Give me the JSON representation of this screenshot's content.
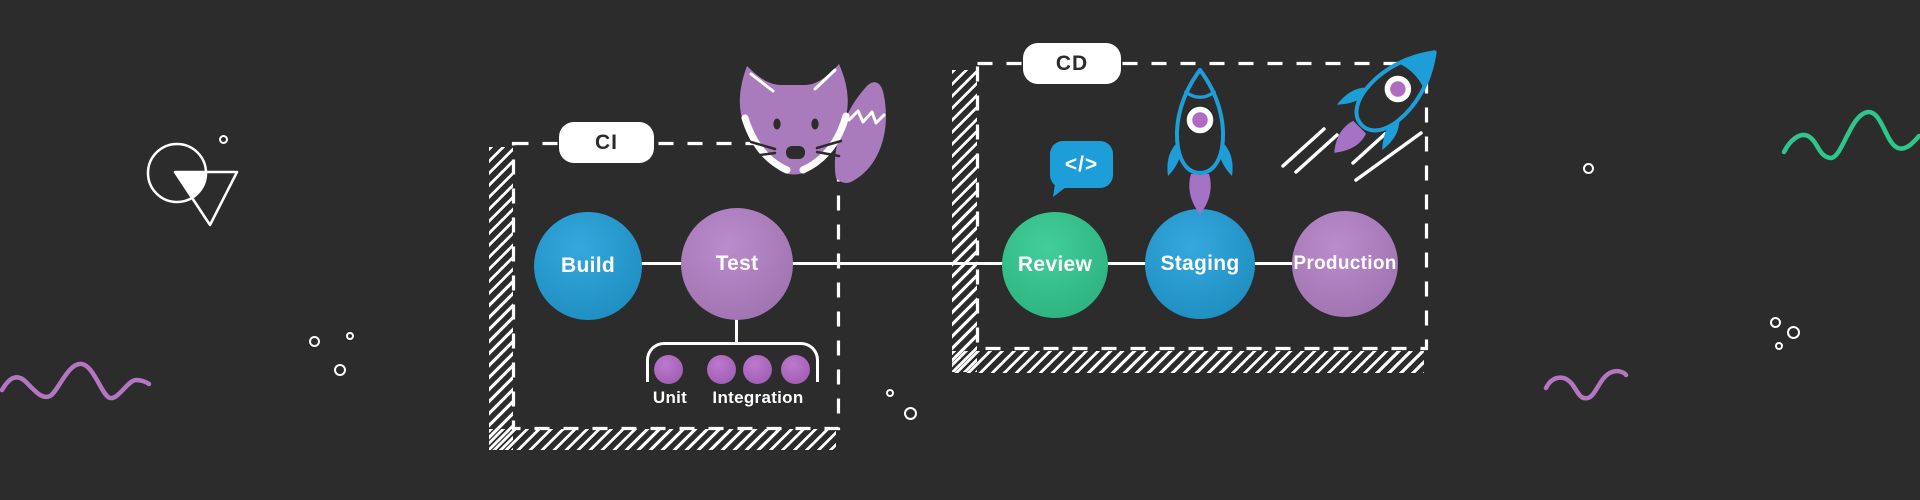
{
  "banner": {
    "theme": "ci-cd-pipeline-illustration"
  },
  "colors": {
    "bg": "#2c2c2c",
    "ink": "#2b2b2b",
    "blue": "#1e9ed9",
    "green": "#2ec98e",
    "purple": "#b37fc6",
    "dot-purple": "#b466c8",
    "fox": "#a97bbd",
    "flame": "#a672c6",
    "squiggle-purple": "#b476c0",
    "squiggle-green": "#2dc68c",
    "white": "#ffffff"
  },
  "ci": {
    "label": "CI",
    "stages": [
      {
        "label": "Build",
        "color": "#1e9ed9"
      },
      {
        "label": "Test",
        "color": "#b37fc6"
      }
    ],
    "tests": {
      "labels": [
        "Unit",
        "Integration"
      ],
      "dot_count": 4,
      "dot_color": "#b466c8"
    }
  },
  "cd": {
    "label": "CD",
    "stages": [
      {
        "label": "Review",
        "color": "#2ec98e"
      },
      {
        "label": "Staging",
        "color": "#1e9ed9"
      },
      {
        "label": "Production",
        "color": "#b37fc6"
      }
    ],
    "code_bubble": {
      "text": "</>"
    }
  },
  "icons": [
    "fox-mascot-icon",
    "code-bubble-icon",
    "rocket-launch-icon",
    "rocket-flying-icon",
    "circle-triangle-sketch",
    "squiggle-purple-left",
    "squiggle-green-right",
    "squiggle-purple-right",
    "ring-dots"
  ]
}
